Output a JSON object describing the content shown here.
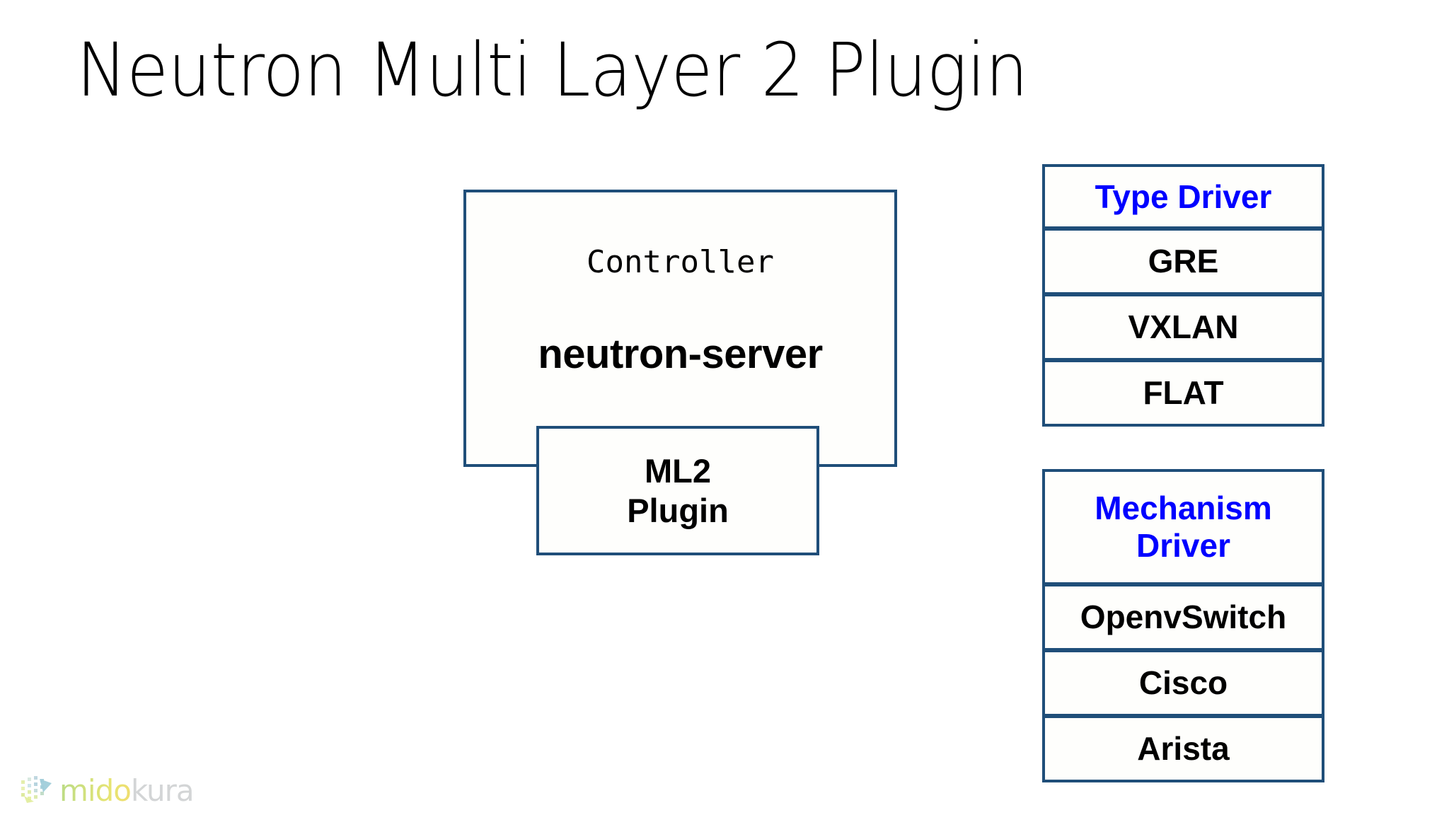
{
  "slide": {
    "title": "Neutron Multi Layer 2 Plugin",
    "background_color": "#FFFFFF",
    "border_color": "#1F4E79",
    "header_text_color": "#0000FF",
    "body_text_color": "#000000"
  },
  "controller": {
    "label": "Controller",
    "service": "neutron-server"
  },
  "ml2_plugin": {
    "line1": "ML2",
    "line2": "Plugin"
  },
  "type_driver": {
    "header": "Type Driver",
    "items": [
      "GRE",
      "VXLAN",
      "FLAT"
    ]
  },
  "mechanism_driver": {
    "header_line1": "Mechanism",
    "header_line2": "Driver",
    "items": [
      "OpenvSwitch",
      "Cisco",
      "Arista"
    ]
  },
  "logo": {
    "brand_primary": "mido",
    "brand_secondary": "kura",
    "mark_icon": "pixel-grid-icon",
    "primary_color": "#8FC63D",
    "secondary_color": "#B9BCBE"
  }
}
